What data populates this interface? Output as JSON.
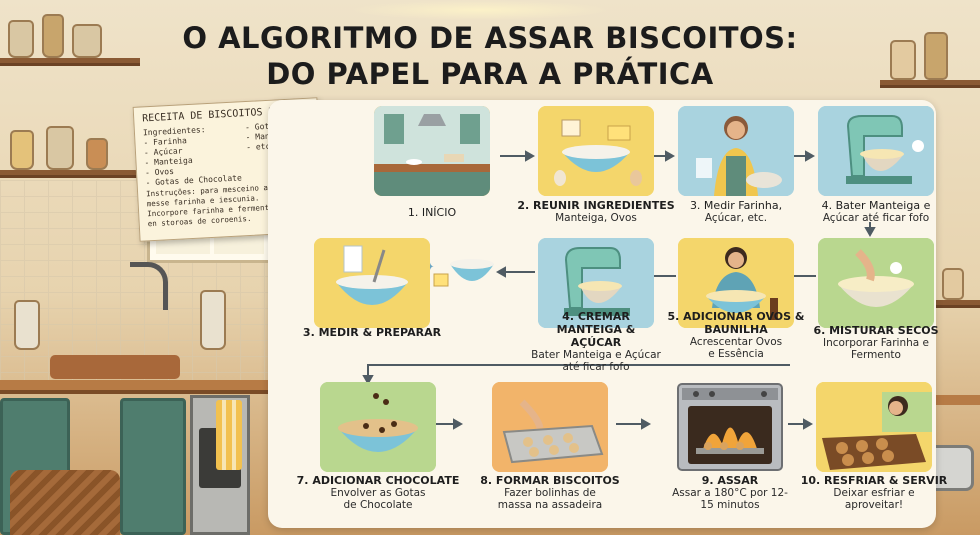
{
  "title": {
    "line1": "O ALGORITMO DE ASSAR BISCOITOS:",
    "line2": "DO PAPEL PARA A PRÁTICA"
  },
  "recipe_card": {
    "heading": "RECEITA DE BISCOITOS DA VOVÓ",
    "ingredients_label": "Ingredientes:",
    "col1": [
      "- Farinha",
      "- Açúcar",
      "- Manteiga",
      "- Ovos",
      "- Gotas de Chocolate"
    ],
    "col2": [
      "- Gotas de Chocolate",
      "- Manteiga",
      "- etc."
    ],
    "instructions": [
      "Instruções: para mesceino a encaalsar.",
      "messe farinha e iescunia.",
      "Incorpore farinha e fermento.",
      "en storoas de coroenis."
    ]
  },
  "steps": [
    {
      "label": "1. INÍCIO",
      "desc": ""
    },
    {
      "label": "2. REUNIR INGREDIENTES",
      "desc": "Manteiga, Ovos"
    },
    {
      "label": "3. Medir Farinha,",
      "desc": "Açúcar, etc."
    },
    {
      "label": "4. Bater Manteiga e",
      "desc": "Açúcar até ficar fofo"
    },
    {
      "label": "3. MEDIR & PREPARAR",
      "desc": ""
    },
    {
      "label": "4. CREMAR MANTEIGA & AÇÚCAR",
      "desc": "Bater Manteiga e Açúcar até ficar fofo"
    },
    {
      "label": "5. ADICIONAR OVOS & BAUNILHA",
      "desc": "Acrescentar Ovos e Essência"
    },
    {
      "label": "6. MISTURAR SECOS",
      "desc": "Incorporar Farinha e Fermento"
    },
    {
      "label": "7. ADICIONAR CHOCOLATE",
      "desc": "Envolver as Gotas de Chocolate"
    },
    {
      "label": "8. FORMAR BISCOITOS",
      "desc": "Fazer bolinhas de massa na assadeira"
    },
    {
      "label": "9. ASSAR",
      "desc": "Assar a 180°C por 12-15 minutos"
    },
    {
      "label": "10. RESFRIAR & SERVIR",
      "desc": "Deixar esfriar e aproveitar!"
    }
  ],
  "colors": {
    "tile_yellow": "#f4d66b",
    "tile_blue": "#a9d3df",
    "tile_green": "#b9d78f",
    "tile_orange": "#f2b46a",
    "arrow": "#4f5b63",
    "panel": "#fbf6ea"
  },
  "icons": [
    "kitchen-scene-icon",
    "ingredients-icon",
    "measuring-person-icon",
    "stand-mixer-icon",
    "mixing-bowl-icon",
    "flour-scoop-icon",
    "cookie-dough-icon",
    "baking-tray-icon",
    "oven-icon",
    "eating-cookie-icon"
  ]
}
